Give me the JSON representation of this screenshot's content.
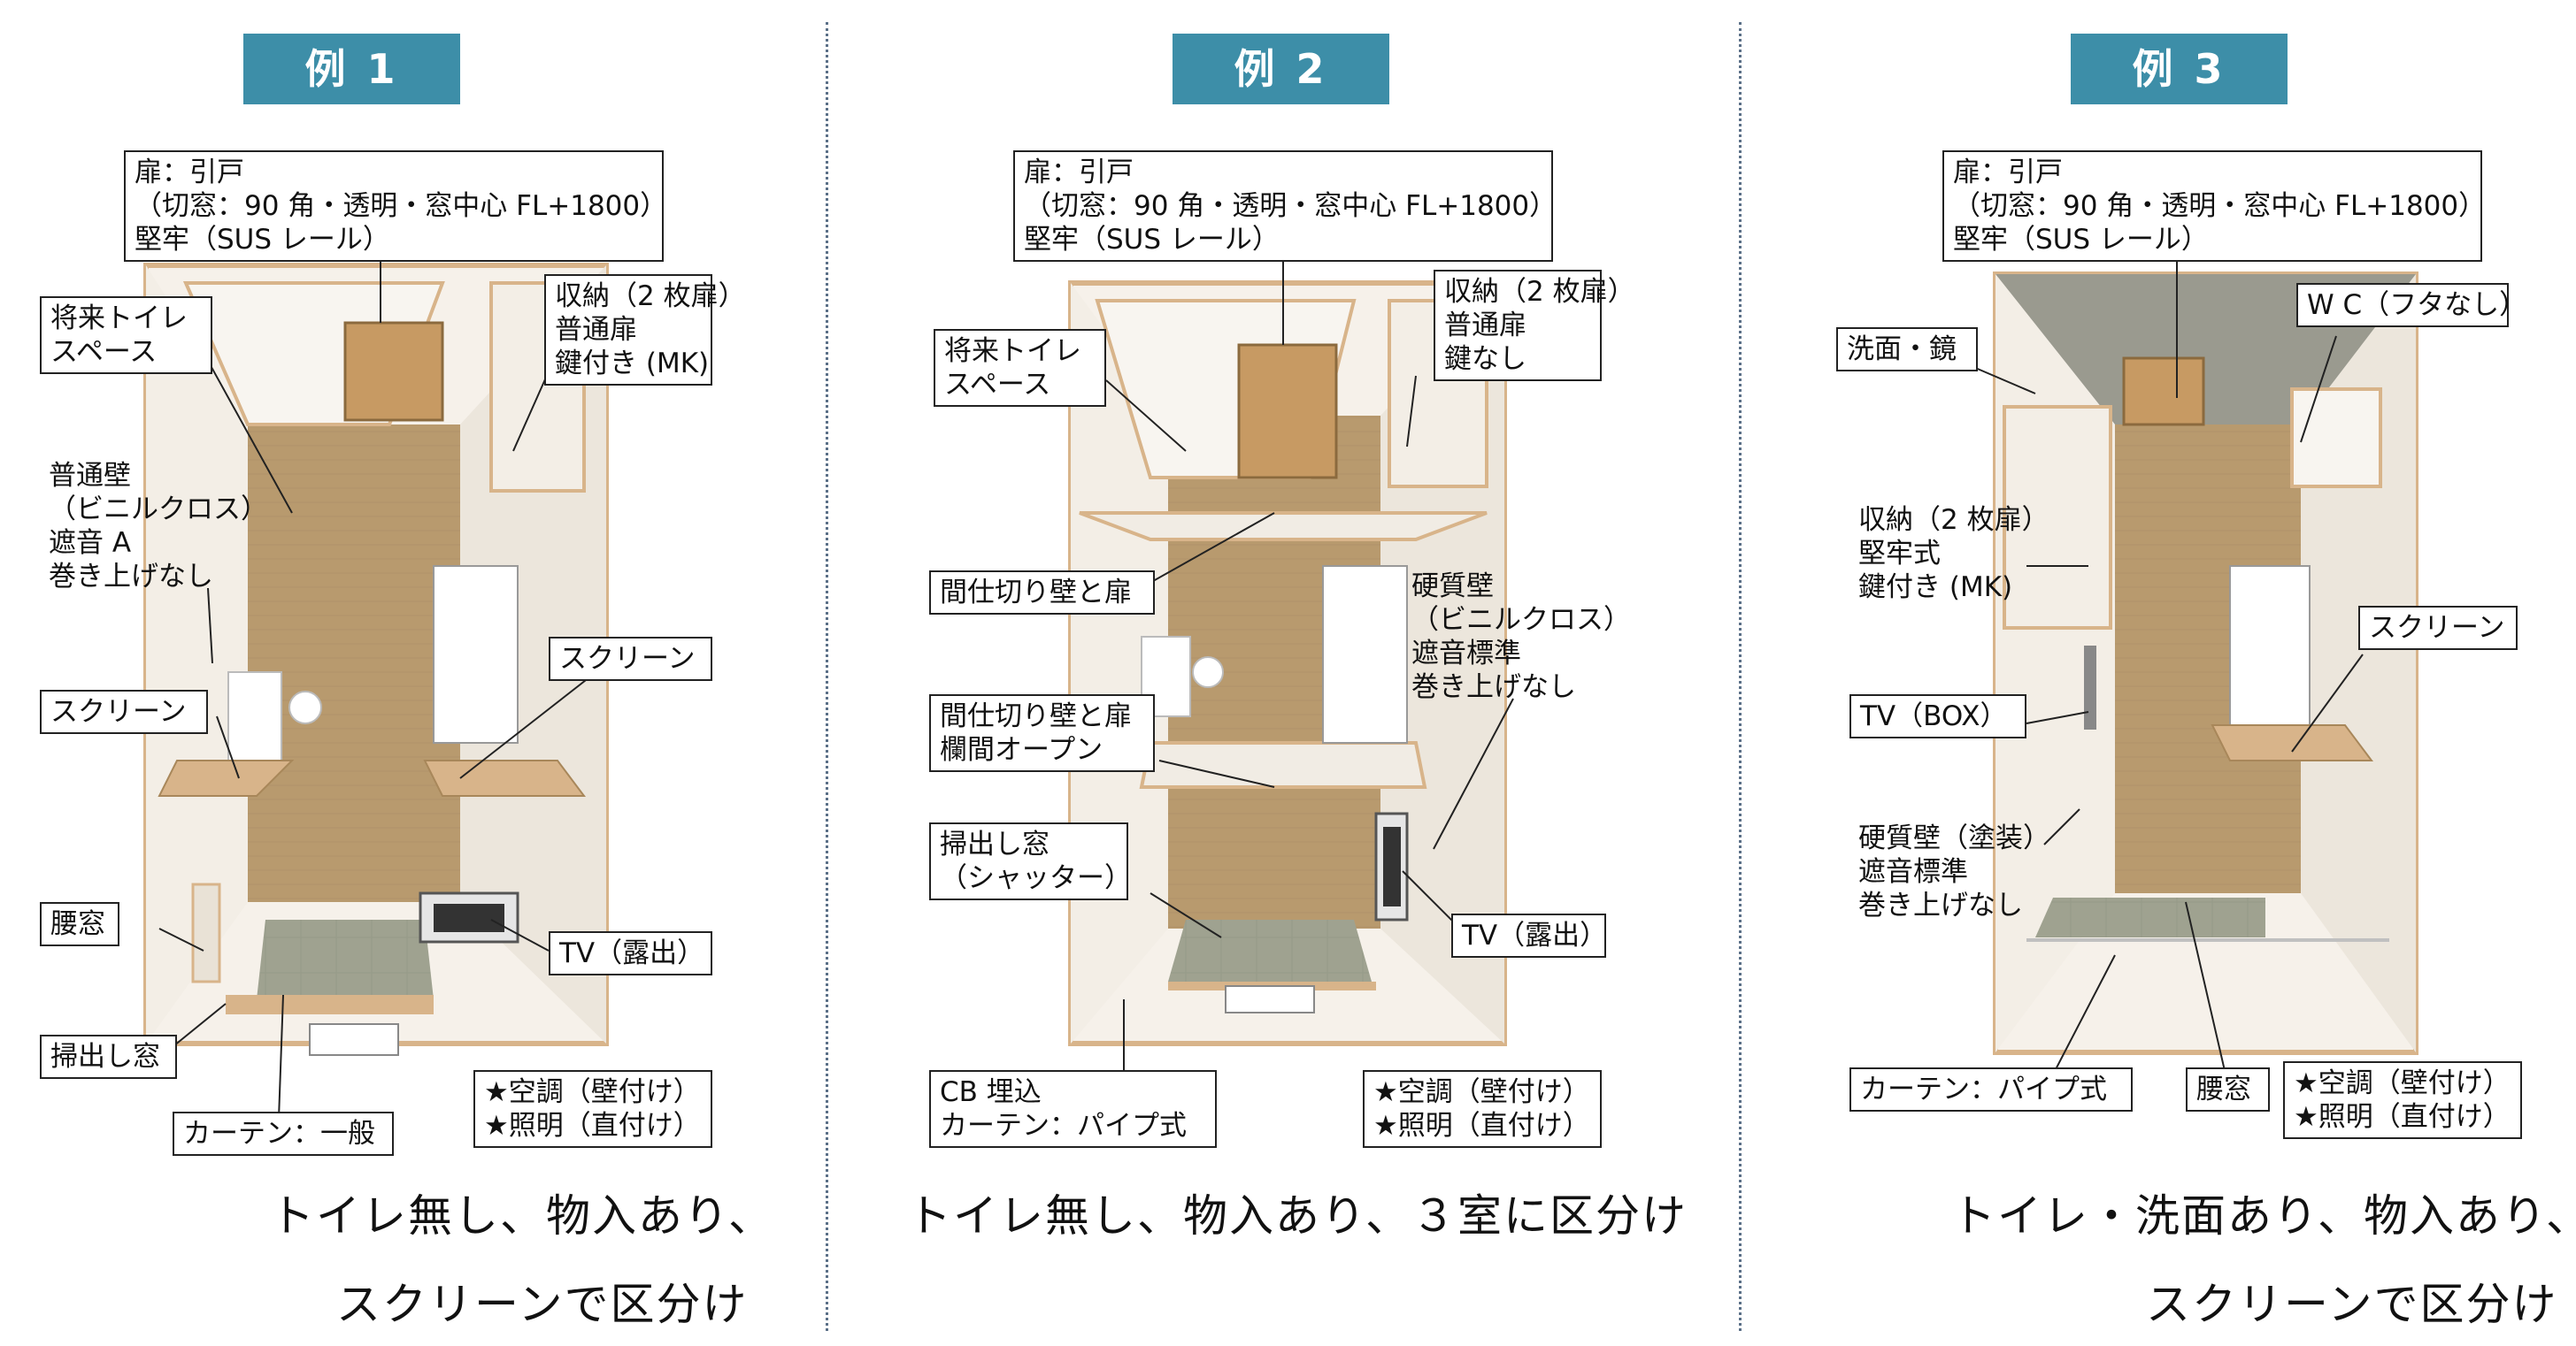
{
  "examples": [
    {
      "tag": "例 1",
      "labels": {
        "door": "扉：引戸\n（切窓：90 角・透明・窓中心 FL+1800）\n堅牢（SUS レール）",
        "future_toilet": "将来トイレ\nスペース",
        "storage": "収納（2 枚扉）\n普通扉\n鍵付き (MK)",
        "wall": "普通壁\n（ビニルクロス）\n遮音 A\n巻き上げなし",
        "screen_left": "スクリーン",
        "screen_right": "スクリーン",
        "waist_window": "腰窓",
        "tv": "TV（露出）",
        "sweep_window": "掃出し窓",
        "ac_light": "★空調（壁付け）\n★照明（直付け）",
        "curtain": "カーテン：一般"
      },
      "caption_lines": [
        "トイレ無し、物入あり、",
        "スクリーンで区分け"
      ]
    },
    {
      "tag": "例 2",
      "labels": {
        "door": "扉：引戸\n（切窓：90 角・透明・窓中心 FL+1800）\n堅牢（SUS レール）",
        "future_toilet": "将来トイレ\nスペース",
        "storage": "収納（2 枚扉）\n普通扉\n鍵なし",
        "partition1": "間仕切り壁と扉",
        "hard_wall": "硬質壁\n（ビニルクロス）\n遮音標準\n巻き上げなし",
        "partition2": "間仕切り壁と扉\n欄間オープン",
        "sweep_window": "掃出し窓\n（シャッター）",
        "tv": "TV（露出）",
        "cb_curtain": "CB 埋込\nカーテン：パイプ式",
        "ac_light": "★空調（壁付け）\n★照明（直付け）"
      },
      "caption_lines": [
        "トイレ無し、物入あり、３室に区分け"
      ]
    },
    {
      "tag": "例 3",
      "labels": {
        "door": "扉：引戸\n（切窓：90 角・透明・窓中心 FL+1800）\n堅牢（SUS レール）",
        "wash": "洗面・鏡",
        "wc": "W C（フタなし）",
        "storage": "収納（2 枚扉）\n堅牢式\n鍵付き (MK)",
        "screen": "スクリーン",
        "tv_box": "TV（BOX）",
        "hard_wall": "硬質壁（塗装）\n遮音標準\n巻き上げなし",
        "curtain": "カーテン：パイプ式",
        "waist_window": "腰窓",
        "ac_light": "★空調（壁付け）\n★照明（直付け）"
      },
      "caption_lines": [
        "トイレ・洗面あり、物入あり、",
        "スクリーンで区分け"
      ]
    }
  ],
  "colors": {
    "tag_bg": "#3d8ea8",
    "floor": "#b99a6f",
    "wall_inner": "#f1ece4",
    "wall_top": "#d8b48a",
    "mat": "#9da08f",
    "divider": "#5a6f87"
  }
}
